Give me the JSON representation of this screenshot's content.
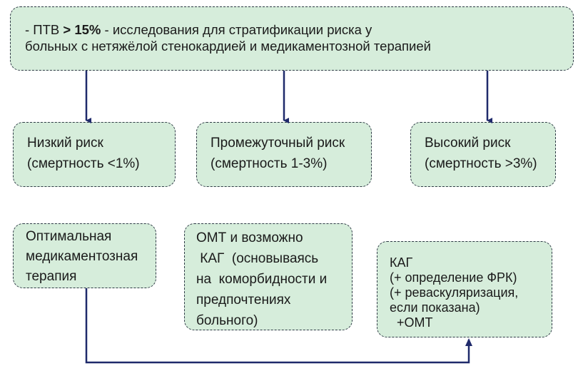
{
  "colors": {
    "box_fill": "#d6eddb",
    "box_border": "#2f3a46",
    "connector": "#1f2a6b"
  },
  "top": {
    "prefix": "- ПТВ ",
    "threshold": "> 15%",
    "suffix": "  - исследования для стратификации риска у",
    "line2": "больных с нетяжёлой стенокардией и медикаментозной терапией"
  },
  "risks": [
    {
      "line1": "Низкий риск",
      "line2": "(смертность <1%)"
    },
    {
      "line1": "Промежуточный риск",
      "line2": "(смертность 1-3%)"
    },
    {
      "line1": "Высокий риск",
      "line2": "(смертность >3%)"
    }
  ],
  "actions": {
    "optimal": [
      "Оптимальная",
      "медикаментозная",
      "терапия"
    ],
    "omt_kag": [
      "ОМТ и возможно",
      " КАГ  (основываясь",
      "на  коморбидности и",
      "предпочтениях",
      "больного)"
    ],
    "kag": [
      "КАГ",
      "(+ определение ФРК)",
      "(+ реваскуляризация,",
      "если показана)",
      "  +ОМТ"
    ]
  }
}
